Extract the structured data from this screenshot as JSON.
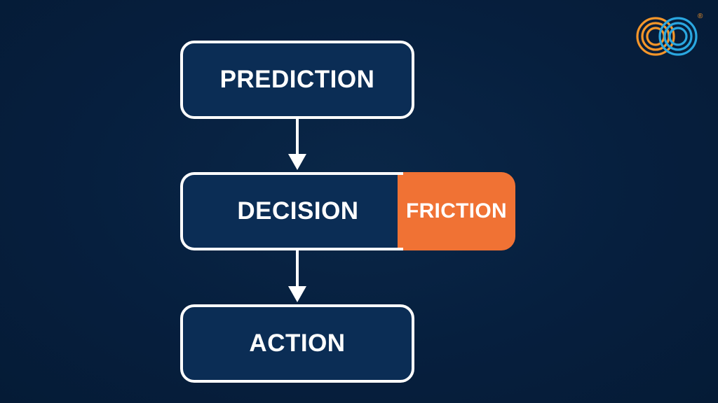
{
  "diagram": {
    "nodes": {
      "prediction": "PREDICTION",
      "decision": "DECISION",
      "friction": "FRICTION",
      "action": "ACTION"
    },
    "edges": [
      {
        "from": "prediction",
        "to": "decision"
      },
      {
        "from": "decision",
        "to": "action"
      }
    ]
  },
  "logo": {
    "name": "infinity-loop-logo",
    "registered_mark": "®"
  },
  "colors": {
    "background": "#061f3e",
    "box_fill": "#0b2d55",
    "box_border": "#ffffff",
    "friction_fill": "#f07234",
    "logo_orange": "#f5962a",
    "logo_blue": "#2aa7e0"
  }
}
